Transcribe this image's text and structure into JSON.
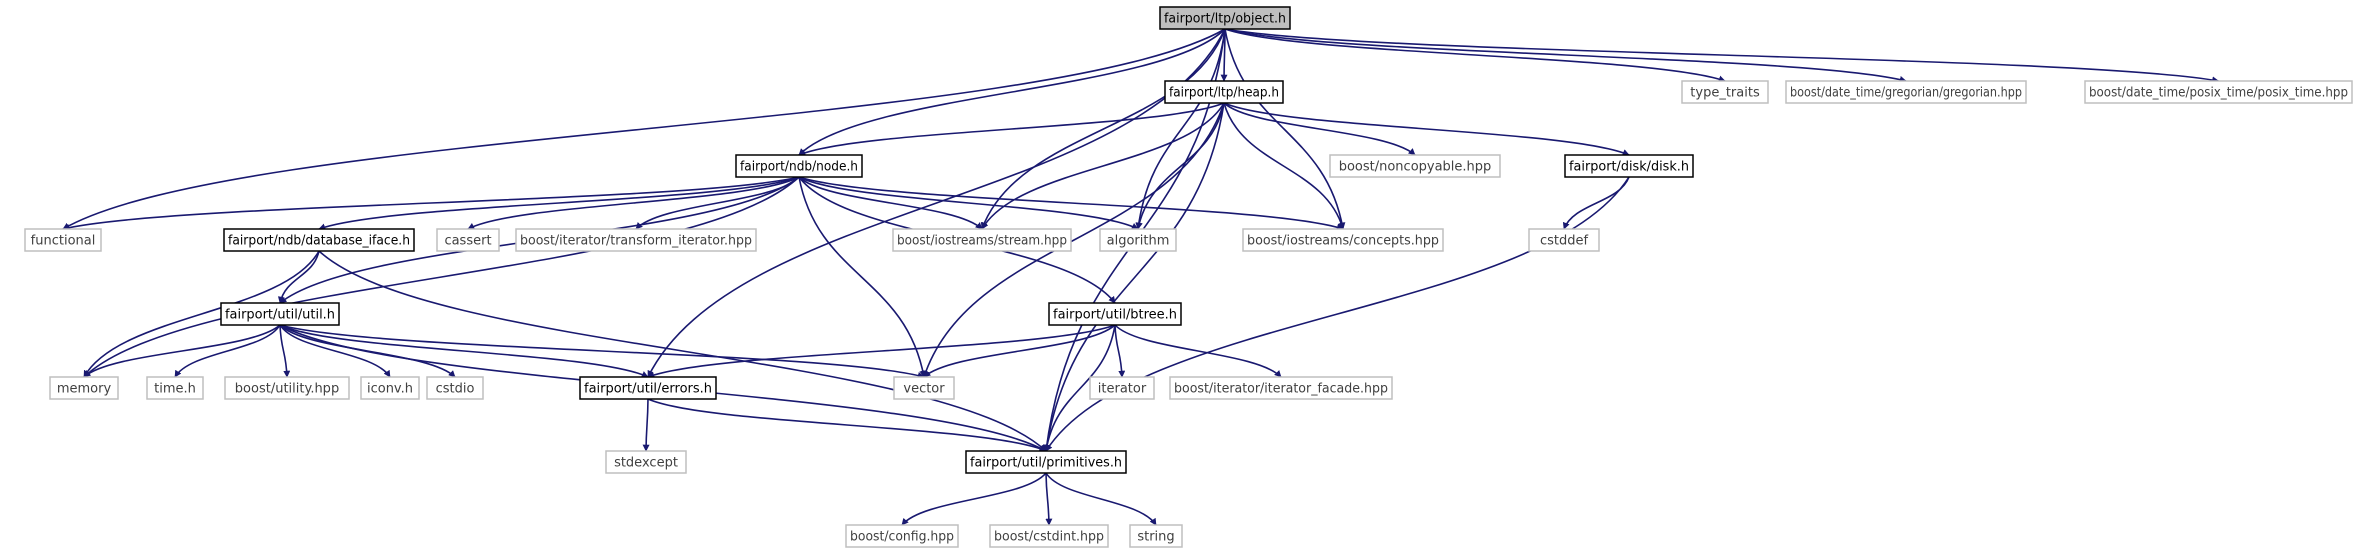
{
  "diagram": {
    "colors": {
      "edge": "#191970",
      "node_border": "#000000",
      "root_fill": "#bfbfbf",
      "project_fill": "#ffffff",
      "external_border": "#bfbfbf",
      "external_text": "#404040",
      "text": "#000000"
    },
    "nodes": [
      {
        "id": "object_h",
        "label": "fairport/ltp/object.h",
        "kind": "root"
      },
      {
        "id": "heap_h",
        "label": "fairport/ltp/heap.h",
        "kind": "project"
      },
      {
        "id": "type_traits",
        "label": "type_traits",
        "kind": "external"
      },
      {
        "id": "gregorian",
        "label": "boost/date_time/gregorian/gregorian.hpp",
        "kind": "external"
      },
      {
        "id": "posix_time",
        "label": "boost/date_time/posix_time/posix_time.hpp",
        "kind": "external"
      },
      {
        "id": "node_h",
        "label": "fairport/ndb/node.h",
        "kind": "project"
      },
      {
        "id": "noncopyable",
        "label": "boost/noncopyable.hpp",
        "kind": "external"
      },
      {
        "id": "disk_h",
        "label": "fairport/disk/disk.h",
        "kind": "project"
      },
      {
        "id": "functional",
        "label": "functional",
        "kind": "external"
      },
      {
        "id": "database_iface",
        "label": "fairport/ndb/database_iface.h",
        "kind": "project"
      },
      {
        "id": "cassert",
        "label": "cassert",
        "kind": "external"
      },
      {
        "id": "transform_iterator",
        "label": "boost/iterator/transform_iterator.hpp",
        "kind": "external"
      },
      {
        "id": "stream",
        "label": "boost/iostreams/stream.hpp",
        "kind": "external"
      },
      {
        "id": "algorithm",
        "label": "algorithm",
        "kind": "external"
      },
      {
        "id": "concepts",
        "label": "boost/iostreams/concepts.hpp",
        "kind": "external"
      },
      {
        "id": "cstddef",
        "label": "cstddef",
        "kind": "external"
      },
      {
        "id": "util_h",
        "label": "fairport/util/util.h",
        "kind": "project"
      },
      {
        "id": "btree_h",
        "label": "fairport/util/btree.h",
        "kind": "project"
      },
      {
        "id": "memory",
        "label": "memory",
        "kind": "external"
      },
      {
        "id": "time_h",
        "label": "time.h",
        "kind": "external"
      },
      {
        "id": "utility",
        "label": "boost/utility.hpp",
        "kind": "external"
      },
      {
        "id": "iconv",
        "label": "iconv.h",
        "kind": "external"
      },
      {
        "id": "cstdio",
        "label": "cstdio",
        "kind": "external"
      },
      {
        "id": "errors_h",
        "label": "fairport/util/errors.h",
        "kind": "project"
      },
      {
        "id": "vector",
        "label": "vector",
        "kind": "external"
      },
      {
        "id": "iterator",
        "label": "iterator",
        "kind": "external"
      },
      {
        "id": "iterator_facade",
        "label": "boost/iterator/iterator_facade.hpp",
        "kind": "external"
      },
      {
        "id": "stdexcept",
        "label": "stdexcept",
        "kind": "external"
      },
      {
        "id": "primitives_h",
        "label": "fairport/util/primitives.h",
        "kind": "project"
      },
      {
        "id": "config",
        "label": "boost/config.hpp",
        "kind": "external"
      },
      {
        "id": "cstdint",
        "label": "boost/cstdint.hpp",
        "kind": "external"
      },
      {
        "id": "string",
        "label": "string",
        "kind": "external"
      }
    ],
    "edges": [
      [
        "object_h",
        "heap_h"
      ],
      [
        "object_h",
        "type_traits"
      ],
      [
        "object_h",
        "gregorian"
      ],
      [
        "object_h",
        "posix_time"
      ],
      [
        "object_h",
        "node_h"
      ],
      [
        "object_h",
        "functional"
      ],
      [
        "object_h",
        "stream"
      ],
      [
        "object_h",
        "algorithm"
      ],
      [
        "object_h",
        "concepts"
      ],
      [
        "object_h",
        "errors_h"
      ],
      [
        "object_h",
        "primitives_h"
      ],
      [
        "heap_h",
        "node_h"
      ],
      [
        "heap_h",
        "noncopyable"
      ],
      [
        "heap_h",
        "disk_h"
      ],
      [
        "heap_h",
        "stream"
      ],
      [
        "heap_h",
        "algorithm"
      ],
      [
        "heap_h",
        "concepts"
      ],
      [
        "heap_h",
        "vector"
      ],
      [
        "heap_h",
        "primitives_h"
      ],
      [
        "node_h",
        "functional"
      ],
      [
        "node_h",
        "database_iface"
      ],
      [
        "node_h",
        "cassert"
      ],
      [
        "node_h",
        "transform_iterator"
      ],
      [
        "node_h",
        "stream"
      ],
      [
        "node_h",
        "algorithm"
      ],
      [
        "node_h",
        "concepts"
      ],
      [
        "node_h",
        "util_h"
      ],
      [
        "node_h",
        "memory"
      ],
      [
        "node_h",
        "vector"
      ],
      [
        "node_h",
        "btree_h"
      ],
      [
        "disk_h",
        "cstddef"
      ],
      [
        "disk_h",
        "primitives_h"
      ],
      [
        "database_iface",
        "util_h"
      ],
      [
        "database_iface",
        "memory"
      ],
      [
        "database_iface",
        "primitives_h"
      ],
      [
        "util_h",
        "memory"
      ],
      [
        "util_h",
        "time_h"
      ],
      [
        "util_h",
        "utility"
      ],
      [
        "util_h",
        "iconv"
      ],
      [
        "util_h",
        "cstdio"
      ],
      [
        "util_h",
        "errors_h"
      ],
      [
        "util_h",
        "vector"
      ],
      [
        "util_h",
        "primitives_h"
      ],
      [
        "btree_h",
        "errors_h"
      ],
      [
        "btree_h",
        "vector"
      ],
      [
        "btree_h",
        "iterator"
      ],
      [
        "btree_h",
        "iterator_facade"
      ],
      [
        "btree_h",
        "primitives_h"
      ],
      [
        "errors_h",
        "stdexcept"
      ],
      [
        "errors_h",
        "primitives_h"
      ],
      [
        "primitives_h",
        "config"
      ],
      [
        "primitives_h",
        "cstdint"
      ],
      [
        "primitives_h",
        "string"
      ]
    ]
  }
}
